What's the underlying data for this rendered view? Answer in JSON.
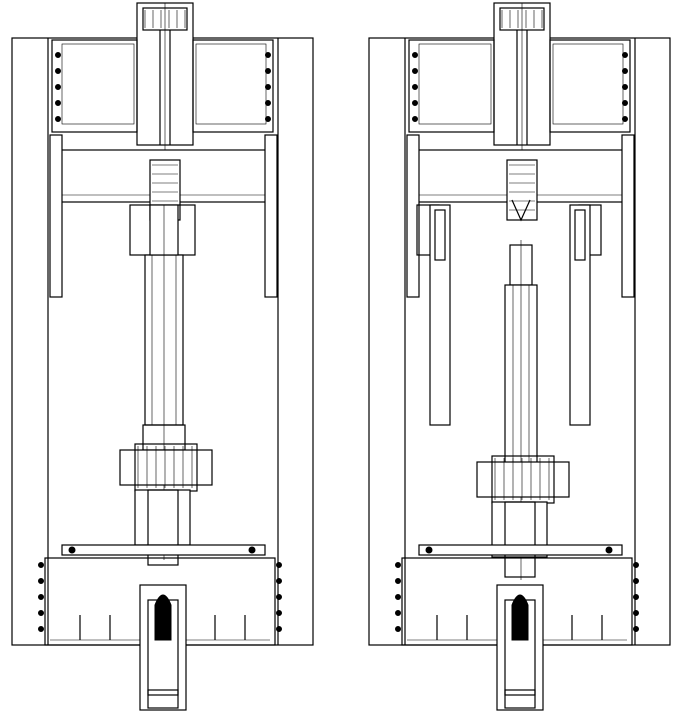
{
  "drawing": {
    "line_color": "#000000",
    "background": "#ffffff",
    "views": [
      {
        "id": "left",
        "state": "shaft-engaged"
      },
      {
        "id": "right",
        "state": "shaft-released"
      }
    ]
  }
}
